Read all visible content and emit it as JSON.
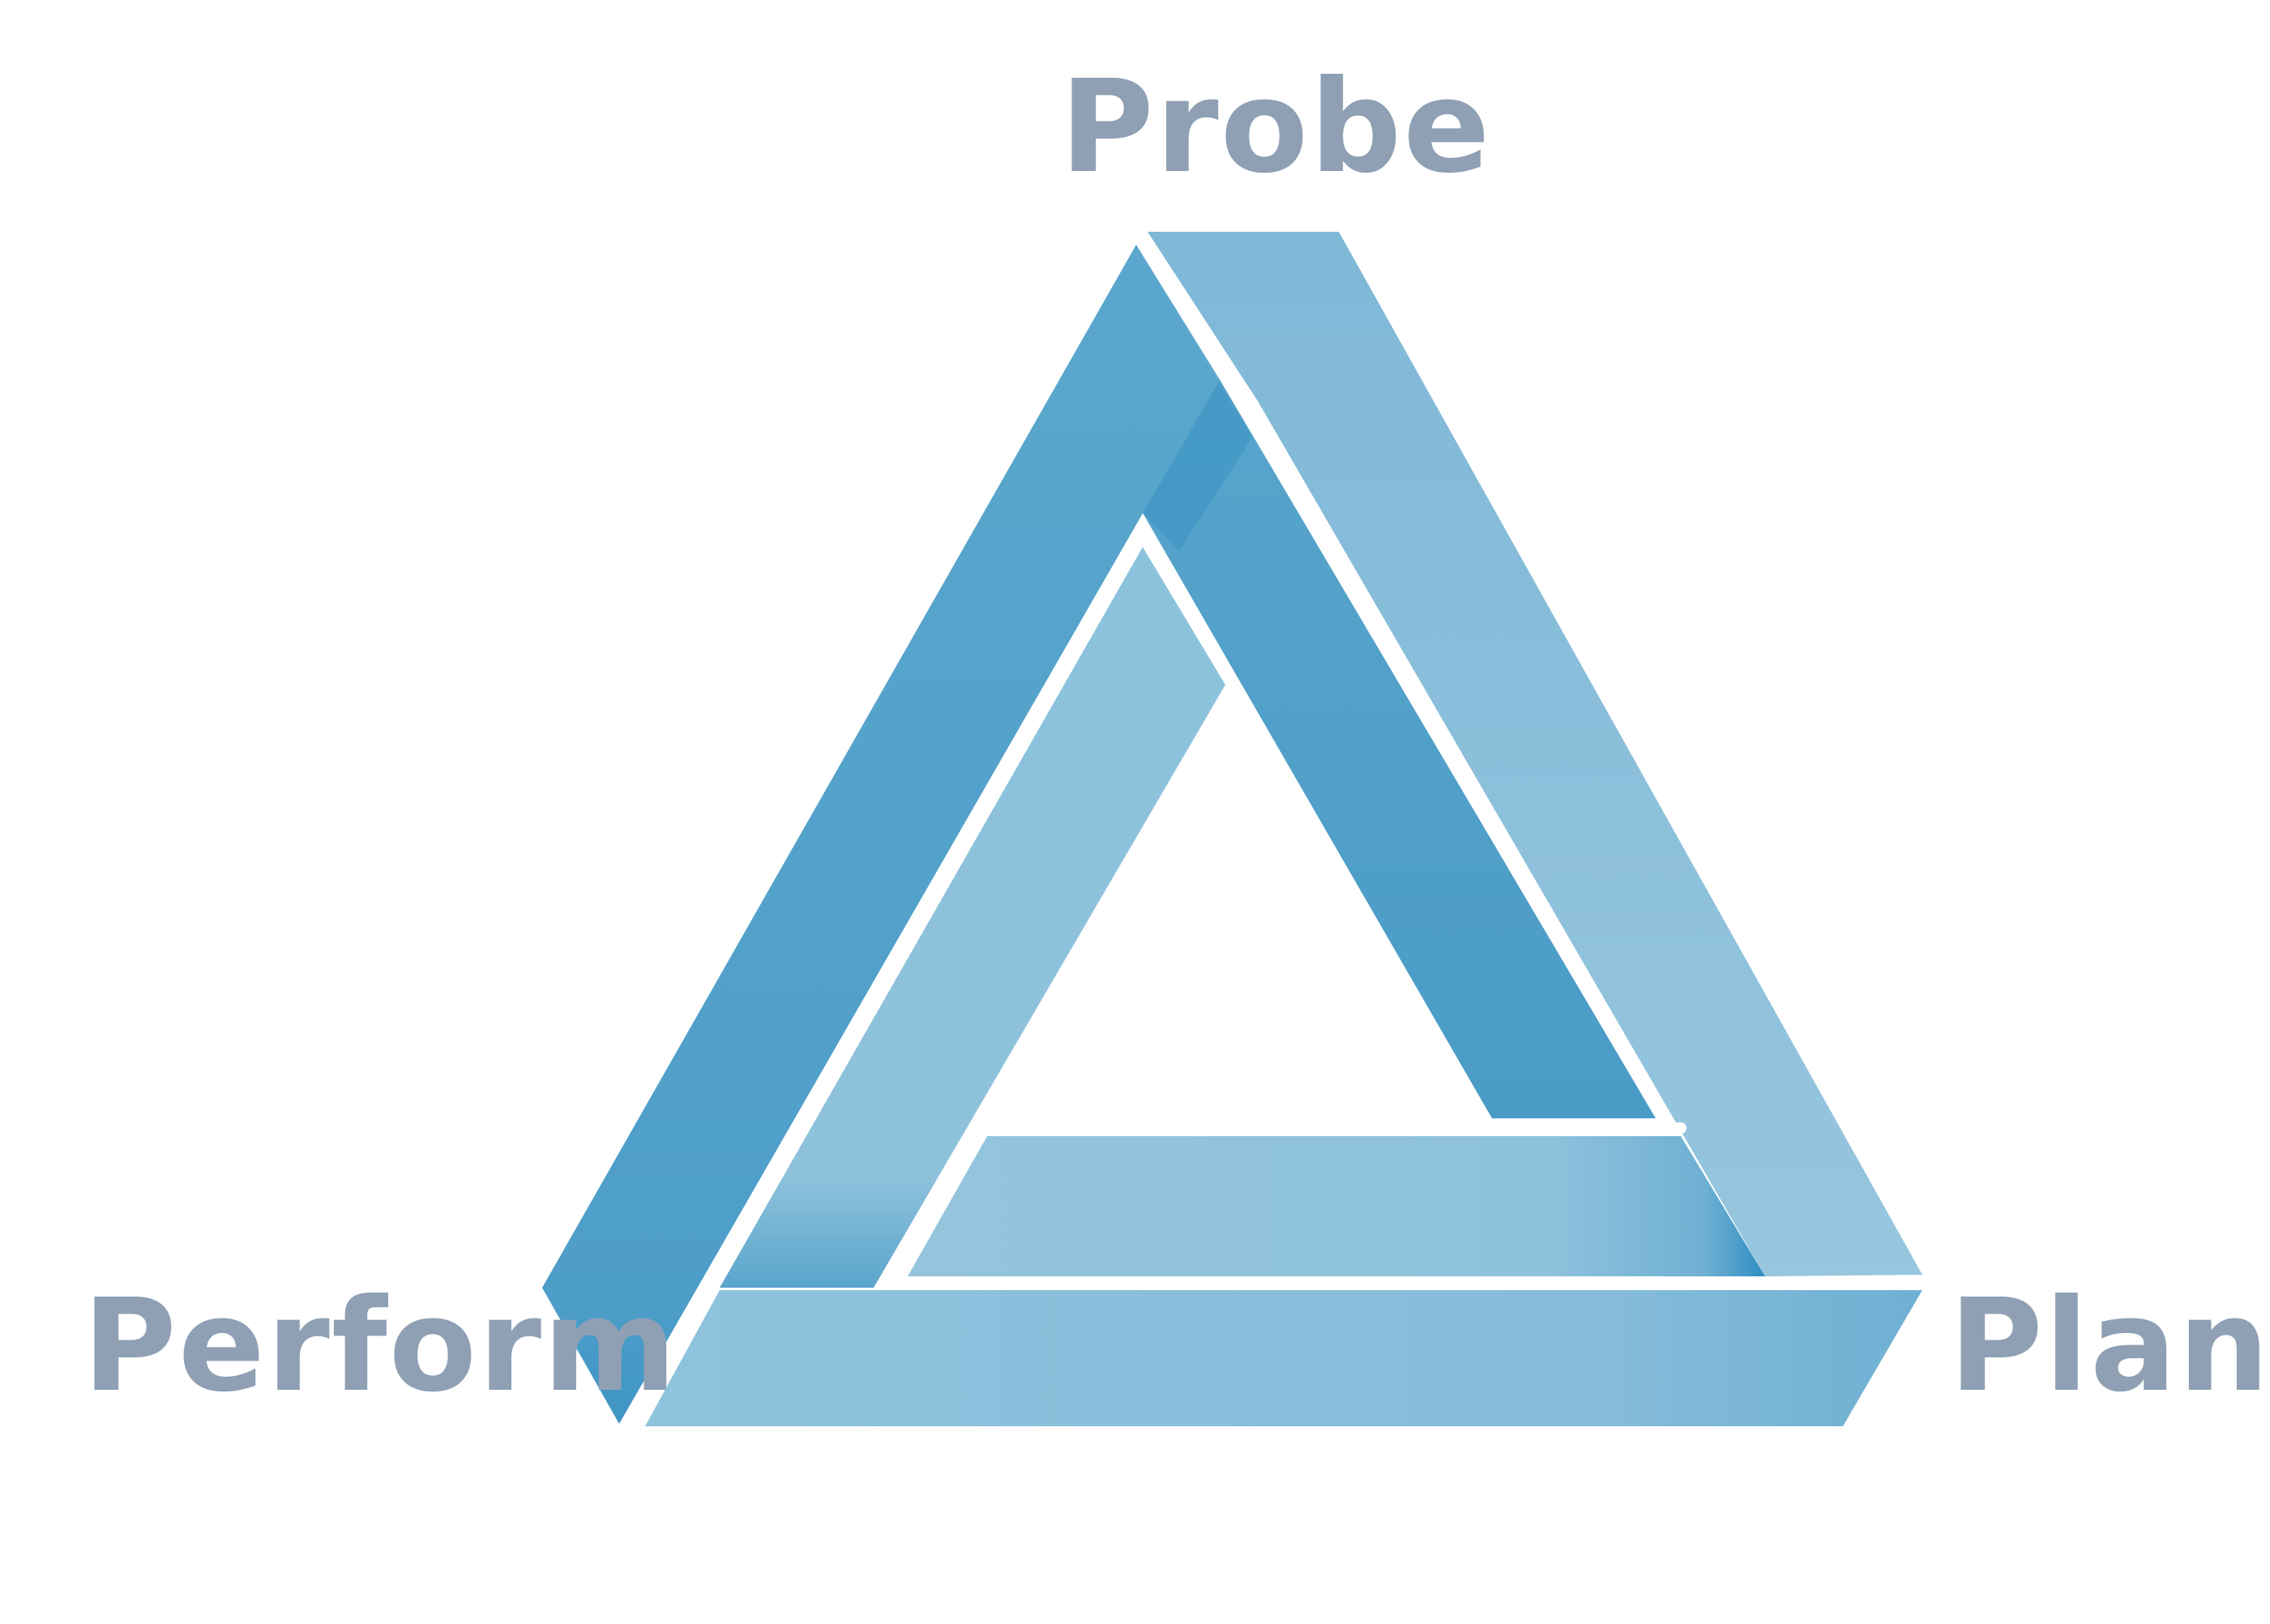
{
  "labels": {
    "top": "Probe",
    "bottom_left": "Perform",
    "bottom_right": "Plan"
  },
  "colors": {
    "label_text": "#8fa0b4",
    "band_dark": "#56a5cb",
    "band_light": "#8dc2dc",
    "band_shadow": "#2f8ec2",
    "background": "#ffffff"
  }
}
